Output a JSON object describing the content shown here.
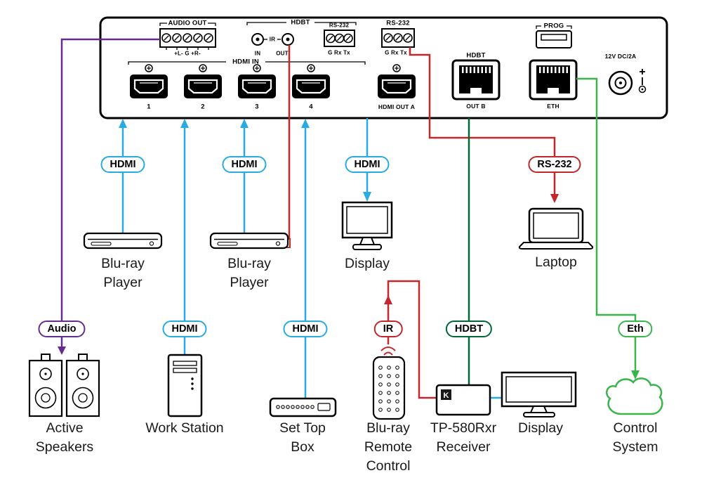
{
  "colors": {
    "hdmi": "#29abe2",
    "serial": "#c1272d",
    "audio": "#662d91",
    "hdbt": "#006837",
    "ethernet": "#39b54a",
    "outline": "#000000"
  },
  "panel": {
    "audio_out_label": "AUDIO OUT",
    "audio_pins": "+L-  G  +R-",
    "hdbt_group_label": "HDBT",
    "ir_label": "IR",
    "ir_in_label": "IN",
    "ir_out_label": "OUT",
    "hdbt_rs232_label": "RS-232",
    "hdbt_rs232_pins": "G Rx Tx",
    "rs232_label": "RS-232",
    "rs232_pins": "G Rx Tx",
    "prog_label": "PROG",
    "hdmi_in_label": "HDMI IN",
    "hdmi_in_ports": [
      "1",
      "2",
      "3",
      "4"
    ],
    "hdmi_out_a_label": "HDMI OUT A",
    "hdbt_out_label": "HDBT",
    "hdbt_out_sub_label": "OUT B",
    "eth_label": "ETH",
    "power_label": "12V DC/2A"
  },
  "pills": {
    "hdmi": "HDMI",
    "rs232": "RS-232",
    "audio": "Audio",
    "ir": "IR",
    "hdbt": "HDBT",
    "eth": "Eth"
  },
  "devices": {
    "bluray1": "Blu-ray\nPlayer",
    "bluray2": "Blu-ray\nPlayer",
    "display_mid": "Display",
    "laptop": "Laptop",
    "speakers": "Active\nSpeakers",
    "workstation": "Work Station",
    "settop": "Set Top\nBox",
    "remote": "Blu-ray\nRemote\nControl",
    "receiver": "TP-580Rxr\nReceiver",
    "receiver_logo": "K",
    "display_bottom": "Display",
    "control": "Control\nSystem"
  }
}
